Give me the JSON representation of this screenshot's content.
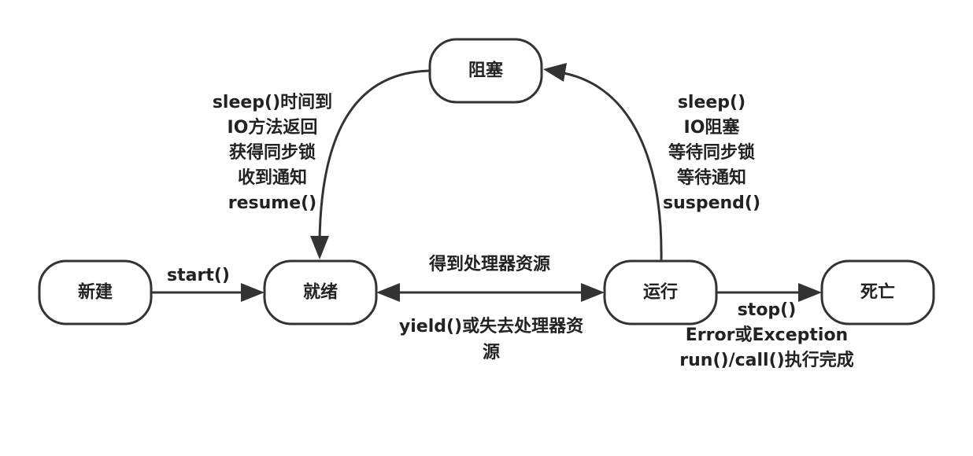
{
  "states": {
    "new": "新建",
    "ready": "就绪",
    "running": "运行",
    "blocked": "阻塞",
    "dead": "死亡"
  },
  "transitions": {
    "new_to_ready": "start()",
    "ready_to_running": "得到处理器资源",
    "running_to_ready": [
      "yield()或失去处理器资",
      "源"
    ],
    "running_to_blocked": [
      "sleep()",
      "IO阻塞",
      "等待同步锁",
      "等待通知",
      "suspend()"
    ],
    "blocked_to_ready": [
      "sleep()时间到",
      "IO方法返回",
      "获得同步锁",
      "收到通知",
      "resume()"
    ],
    "running_to_dead": [
      "stop()",
      "Error或Exception",
      "run()/call()执行完成"
    ]
  }
}
